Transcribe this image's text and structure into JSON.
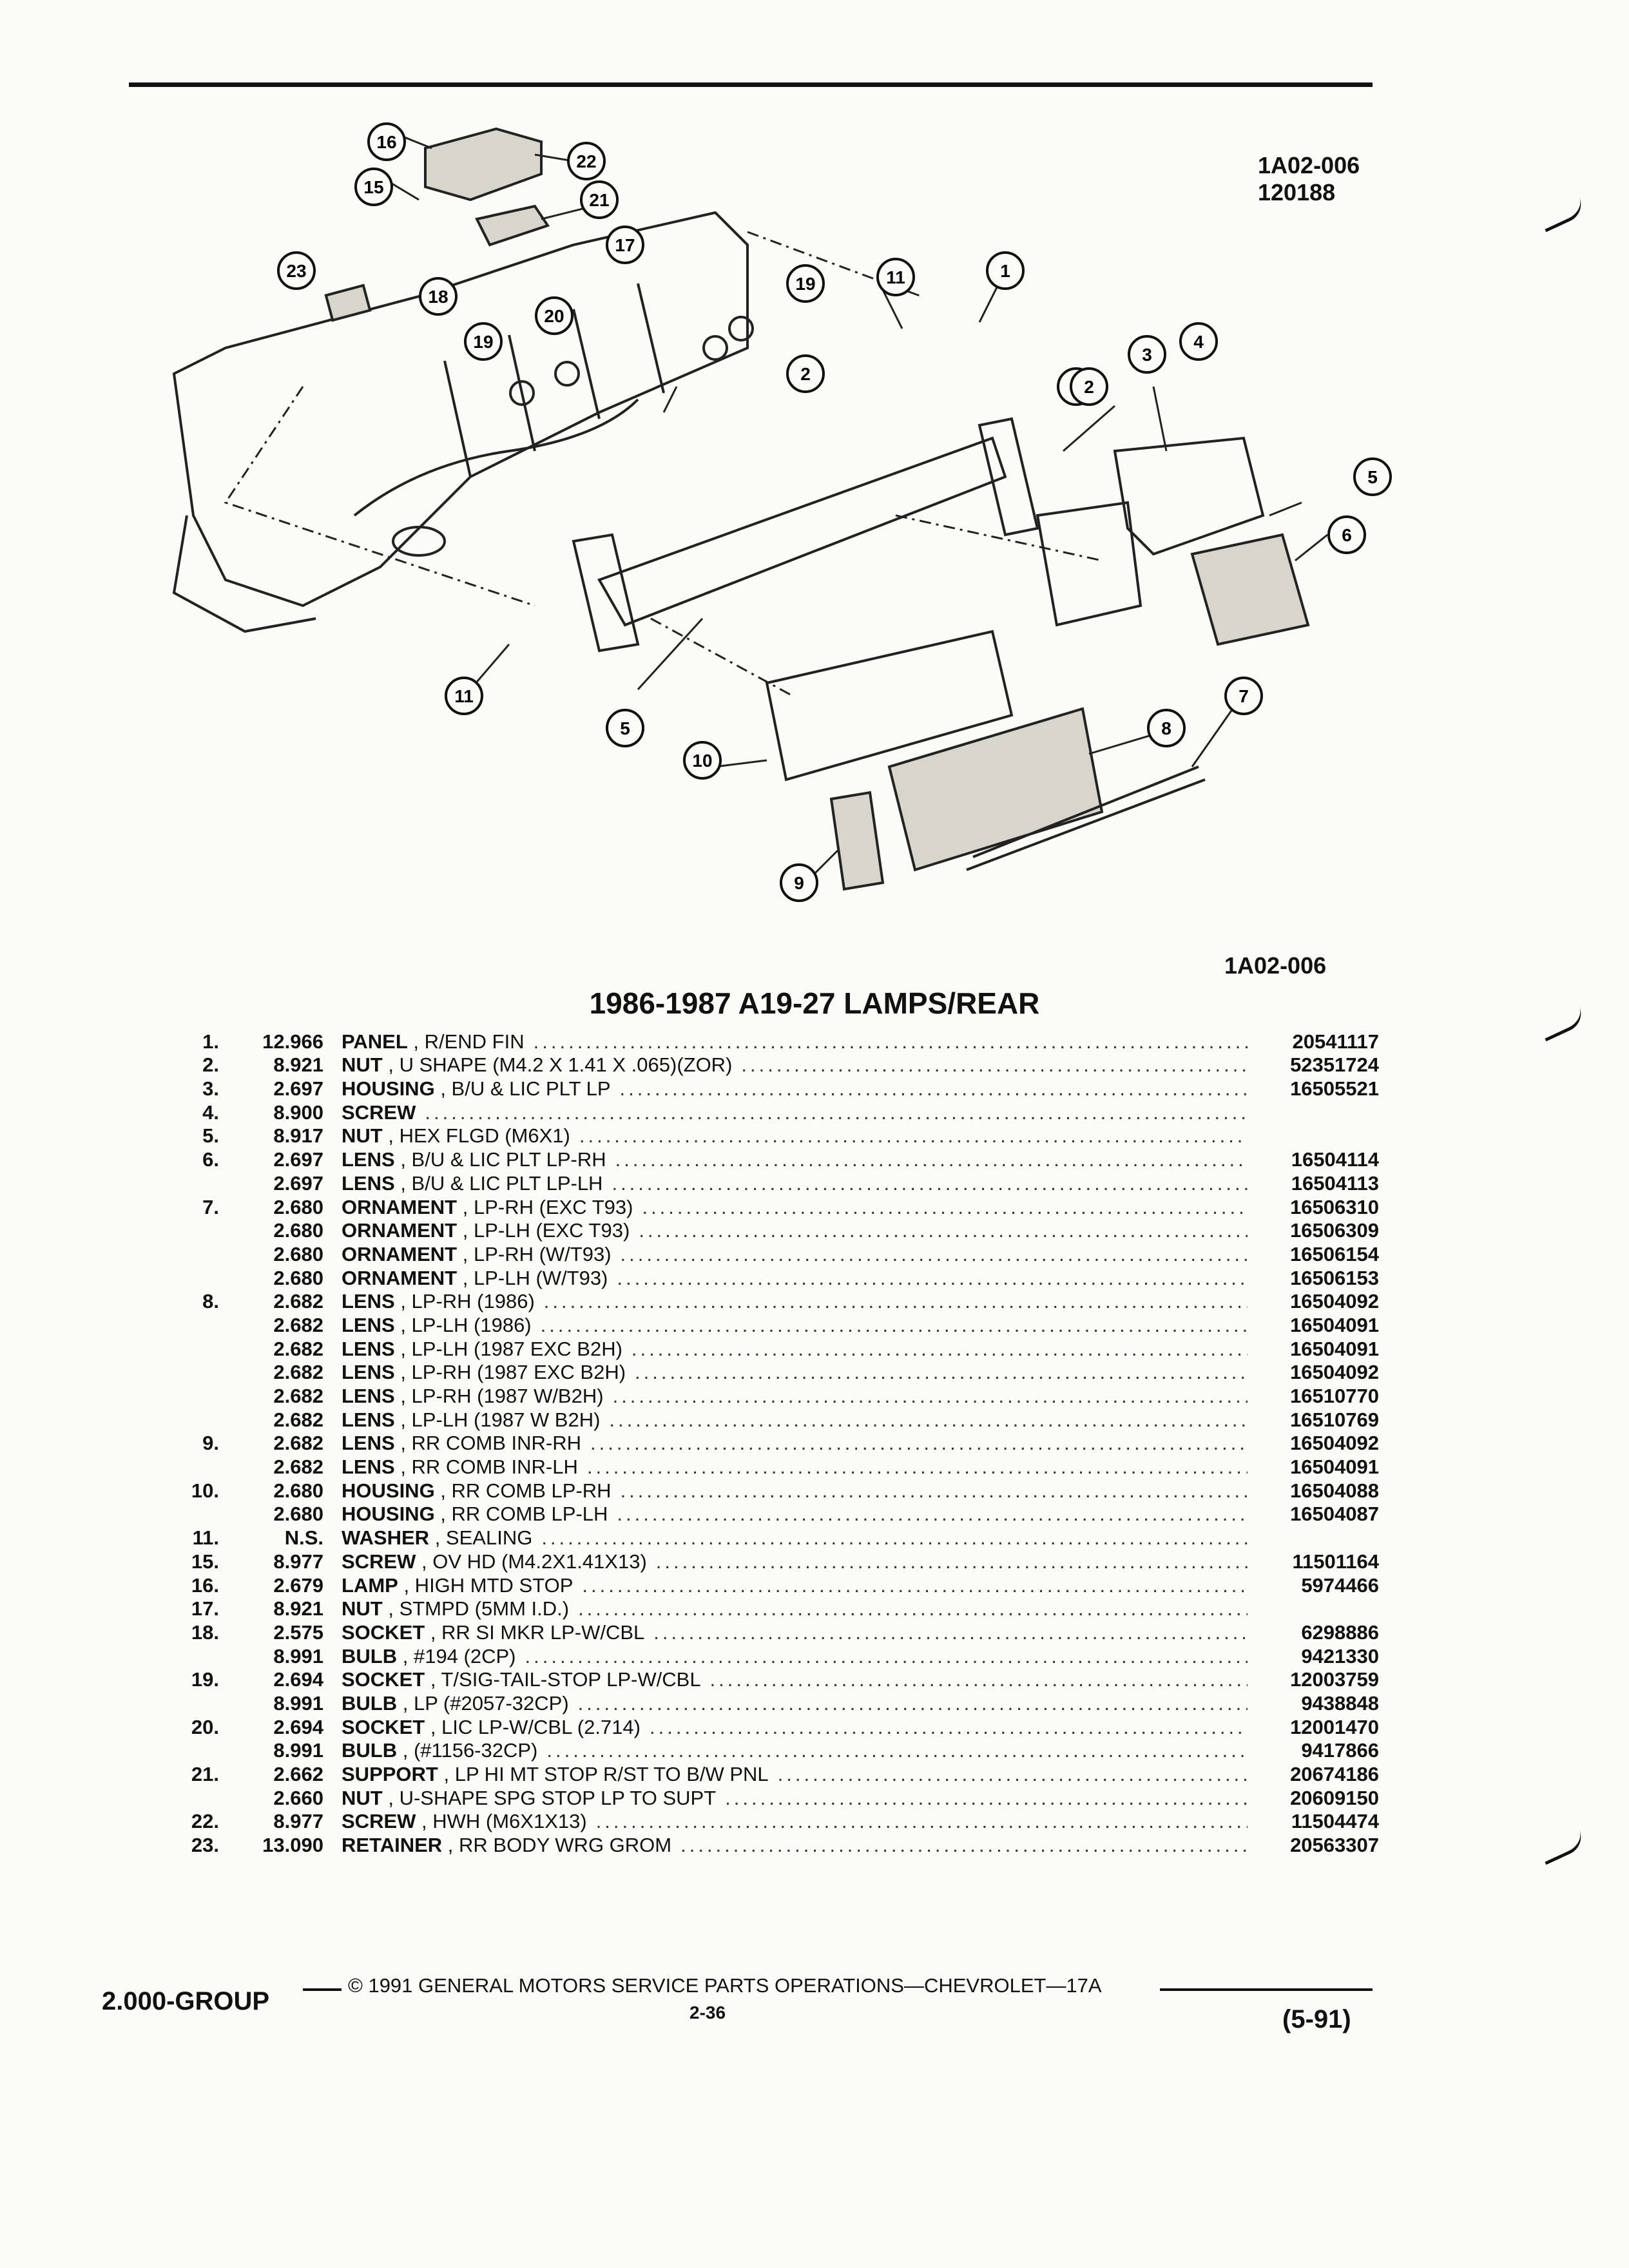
{
  "illustration_code": "1A02-006",
  "illustration_date": "120188",
  "illustration_code_bottom": "1A02-006",
  "title": "1986-1987 A19-27 LAMPS/REAR",
  "callouts": [
    "16",
    "22",
    "15",
    "21",
    "17",
    "23",
    "19",
    "18",
    "19",
    "20",
    "11",
    "1",
    "2",
    "2",
    "3",
    "2",
    "4",
    "5",
    "6",
    "11",
    "5",
    "7",
    "10",
    "8",
    "9"
  ],
  "parts": [
    {
      "item": "1.",
      "group": "12.966",
      "name": "PANEL",
      "desc": ", R/END FIN",
      "pn": "20541117"
    },
    {
      "item": "2.",
      "group": "8.921",
      "name": "NUT",
      "desc": ", U SHAPE (M4.2 X 1.41 X .065)(ZOR)",
      "pn": "52351724"
    },
    {
      "item": "3.",
      "group": "2.697",
      "name": "HOUSING",
      "desc": ", B/U & LIC PLT LP",
      "pn": "16505521"
    },
    {
      "item": "4.",
      "group": "8.900",
      "name": "SCREW",
      "desc": "",
      "pn": ""
    },
    {
      "item": "5.",
      "group": "8.917",
      "name": "NUT",
      "desc": ", HEX FLGD (M6X1)",
      "pn": ""
    },
    {
      "item": "6.",
      "group": "2.697",
      "name": "LENS",
      "desc": ", B/U & LIC PLT LP-RH",
      "pn": "16504114"
    },
    {
      "item": "",
      "group": "2.697",
      "name": "LENS",
      "desc": ", B/U & LIC PLT LP-LH",
      "pn": "16504113"
    },
    {
      "item": "7.",
      "group": "2.680",
      "name": "ORNAMENT",
      "desc": ", LP-RH (EXC T93)",
      "pn": "16506310"
    },
    {
      "item": "",
      "group": "2.680",
      "name": "ORNAMENT",
      "desc": ", LP-LH (EXC T93)",
      "pn": "16506309"
    },
    {
      "item": "",
      "group": "2.680",
      "name": "ORNAMENT",
      "desc": ", LP-RH (W/T93)",
      "pn": "16506154"
    },
    {
      "item": "",
      "group": "2.680",
      "name": "ORNAMENT",
      "desc": ", LP-LH (W/T93)",
      "pn": "16506153"
    },
    {
      "item": "8.",
      "group": "2.682",
      "name": "LENS",
      "desc": ", LP-RH (1986)",
      "pn": "16504092"
    },
    {
      "item": "",
      "group": "2.682",
      "name": "LENS",
      "desc": ", LP-LH (1986)",
      "pn": "16504091"
    },
    {
      "item": "",
      "group": "2.682",
      "name": "LENS",
      "desc": ", LP-LH (1987 EXC B2H)",
      "pn": "16504091"
    },
    {
      "item": "",
      "group": "2.682",
      "name": "LENS",
      "desc": ", LP-RH (1987 EXC B2H)",
      "pn": "16504092"
    },
    {
      "item": "",
      "group": "2.682",
      "name": "LENS",
      "desc": ", LP-RH (1987 W/B2H)",
      "pn": "16510770"
    },
    {
      "item": "",
      "group": "2.682",
      "name": "LENS",
      "desc": ", LP-LH (1987 W B2H)",
      "pn": "16510769"
    },
    {
      "item": "9.",
      "group": "2.682",
      "name": "LENS",
      "desc": ", RR COMB INR-RH",
      "pn": "16504092"
    },
    {
      "item": "",
      "group": "2.682",
      "name": "LENS",
      "desc": ", RR COMB INR-LH",
      "pn": "16504091"
    },
    {
      "item": "10.",
      "group": "2.680",
      "name": "HOUSING",
      "desc": ", RR COMB LP-RH",
      "pn": "16504088"
    },
    {
      "item": "",
      "group": "2.680",
      "name": "HOUSING",
      "desc": ", RR COMB LP-LH",
      "pn": "16504087"
    },
    {
      "item": "11.",
      "group": "N.S.",
      "name": "WASHER",
      "desc": ", SEALING",
      "pn": ""
    },
    {
      "item": "15.",
      "group": "8.977",
      "name": "SCREW",
      "desc": ", OV HD (M4.2X1.41X13)",
      "pn": "11501164"
    },
    {
      "item": "16.",
      "group": "2.679",
      "name": "LAMP",
      "desc": ", HIGH MTD STOP",
      "pn": "5974466"
    },
    {
      "item": "17.",
      "group": "8.921",
      "name": "NUT",
      "desc": ", STMPD (5MM I.D.)",
      "pn": ""
    },
    {
      "item": "18.",
      "group": "2.575",
      "name": "SOCKET",
      "desc": ", RR SI MKR LP-W/CBL",
      "pn": "6298886"
    },
    {
      "item": "",
      "group": "8.991",
      "name": "BULB",
      "desc": ", #194 (2CP)",
      "pn": "9421330"
    },
    {
      "item": "19.",
      "group": "2.694",
      "name": "SOCKET",
      "desc": ", T/SIG-TAIL-STOP LP-W/CBL",
      "pn": "12003759"
    },
    {
      "item": "",
      "group": "8.991",
      "name": "BULB",
      "desc": ", LP (#2057-32CP)",
      "pn": "9438848"
    },
    {
      "item": "20.",
      "group": "2.694",
      "name": "SOCKET",
      "desc": ", LIC LP-W/CBL (2.714)",
      "pn": "12001470"
    },
    {
      "item": "",
      "group": "8.991",
      "name": "BULB",
      "desc": ", (#1156-32CP)",
      "pn": "9417866"
    },
    {
      "item": "21.",
      "group": "2.662",
      "name": "SUPPORT",
      "desc": ", LP HI MT STOP R/ST TO B/W PNL",
      "pn": "20674186"
    },
    {
      "item": "",
      "group": "2.660",
      "name": "NUT",
      "desc": ", U-SHAPE SPG STOP LP TO SUPT",
      "pn": "20609150"
    },
    {
      "item": "22.",
      "group": "8.977",
      "name": "SCREW",
      "desc": ", HWH (M6X1X13)",
      "pn": "11504474"
    },
    {
      "item": "23.",
      "group": "13.090",
      "name": "RETAINER",
      "desc": ", RR BODY WRG GROM",
      "pn": "20563307"
    }
  ],
  "footer": {
    "copyright": "© 1991 GENERAL MOTORS SERVICE PARTS OPERATIONS—CHEVROLET—17A",
    "group": "2.000-GROUP",
    "page": "2-36",
    "date_code": "(5-91)"
  }
}
